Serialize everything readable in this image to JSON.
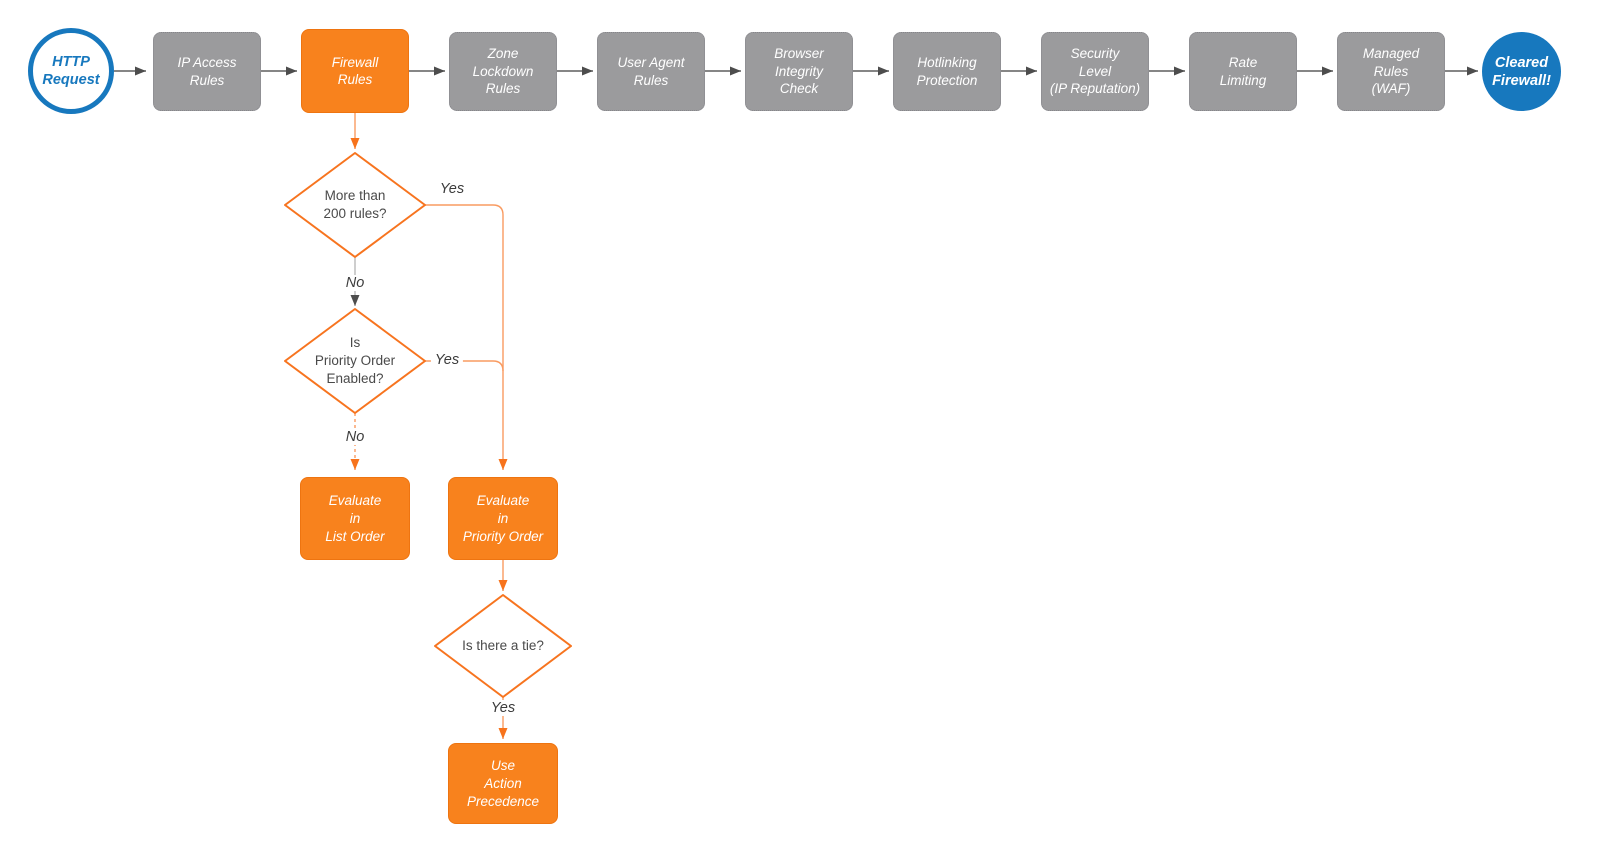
{
  "colors": {
    "blue": "#1778BE",
    "gray_node": "#9B9B9D",
    "orange_node": "#F8821D",
    "orange_stroke": "#F7741F",
    "orange_line": "#F99B61",
    "gray_arrow": "#4D4D4D",
    "gray_line": "#5F5F5F",
    "diamond_text": "#4A4A4A"
  },
  "flow": {
    "start": {
      "label": "HTTP\nRequest"
    },
    "stages": [
      {
        "label": "IP Access\nRules"
      },
      {
        "label": "Firewall\nRules"
      },
      {
        "label": "Zone\nLockdown\nRules"
      },
      {
        "label": "User Agent\nRules"
      },
      {
        "label": "Browser\nIntegrity\nCheck"
      },
      {
        "label": "Hotlinking\nProtection"
      },
      {
        "label": "Security\nLevel\n(IP Reputation)"
      },
      {
        "label": "Rate\nLimiting"
      },
      {
        "label": "Managed\nRules\n(WAF)"
      }
    ],
    "end": {
      "label": "Cleared\nFirewall!"
    },
    "decisions": [
      {
        "label": "More than\n200 rules?"
      },
      {
        "label": "Is\nPriority Order\nEnabled?"
      },
      {
        "label": "Is there a tie?"
      }
    ],
    "branch_labels": {
      "d1_yes": "Yes",
      "d1_no": "No",
      "d2_yes": "Yes",
      "d2_no": "No",
      "d3_yes": "Yes"
    },
    "actions": [
      {
        "label": "Evaluate\nin\nList Order"
      },
      {
        "label": "Evaluate\nin\nPriority Order"
      },
      {
        "label": "Use\nAction\nPrecedence"
      }
    ]
  }
}
